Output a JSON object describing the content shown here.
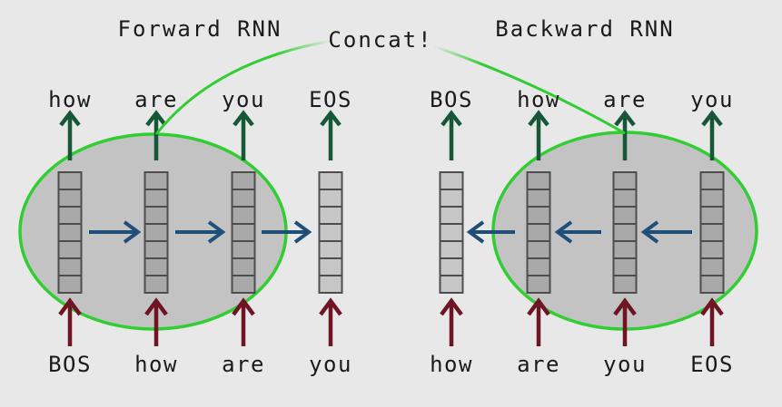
{
  "concat": {
    "label": "Concat!"
  },
  "forward_rnn": {
    "title": "Forward RNN",
    "output_tokens": [
      "how",
      "are",
      "you",
      "EOS"
    ],
    "input_tokens": [
      "BOS",
      "how",
      "are",
      "you"
    ]
  },
  "backward_rnn": {
    "title": "Backward RNN",
    "output_tokens": [
      "BOS",
      "how",
      "are",
      "you"
    ],
    "input_tokens": [
      "how",
      "are",
      "you",
      "EOS"
    ]
  },
  "colors": {
    "background": "#e8e8e8",
    "ellipse_fill": "#c3c3c3",
    "ellipse_stroke": "#32cd32",
    "concat_curve": "#32cd32",
    "cell_fill_inside": "#a9a9a9",
    "cell_fill_outside": "#c6c6c6",
    "cell_border": "#4d4d4d",
    "recurrent_arrow": "#1f4e79",
    "output_arrow": "#16573a",
    "input_arrow": "#6e1423",
    "text_color": "#1a1a1a"
  }
}
